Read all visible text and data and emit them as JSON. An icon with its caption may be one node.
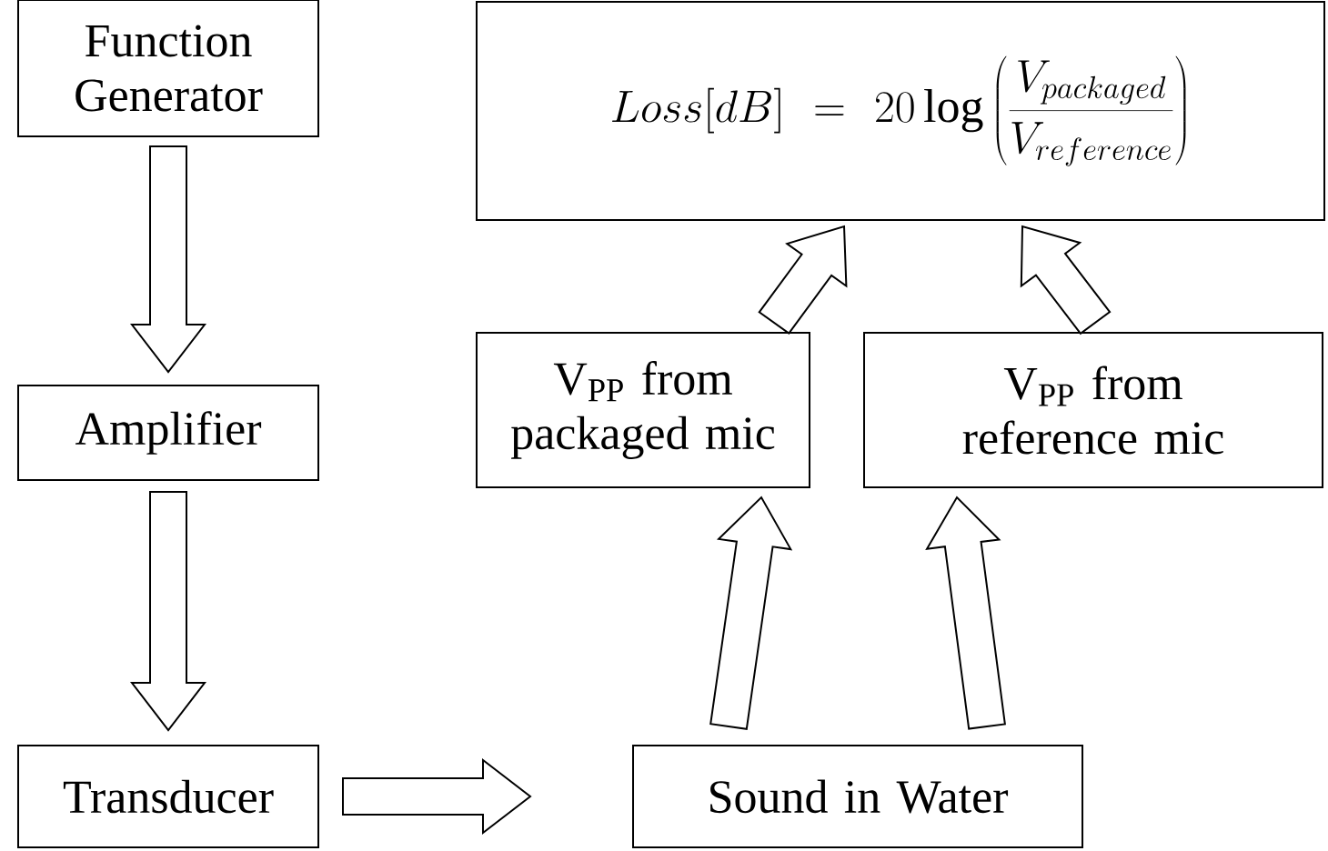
{
  "diagram": {
    "nodes": [
      {
        "text": [
          "Function Generator"
        ]
      },
      {
        "text": [
          "Amplifier"
        ]
      },
      {
        "text": [
          "Transducer"
        ]
      },
      {
        "text": [
          "Loss[dB]=20\\log\\left(\\frac{V_{packaged}}{V_{reference}}\\right)"
        ]
      },
      {
        "text": [
          "V$_{PP}$ from packaged mic"
        ]
      },
      {
        "text": [
          "V$_{PP}$ from reference mic"
        ]
      },
      {
        "text": [
          "Sound in Water"
        ]
      }
    ],
    "edges": [
      {
        "from": 0,
        "to": 1,
        "arrow": "to"
      },
      {
        "from": 1,
        "to": 2,
        "arrow": "to"
      },
      {
        "from": 2,
        "to": 6,
        "arrow": "to"
      },
      {
        "from": 6,
        "to": 4,
        "arrow": "to"
      },
      {
        "from": 6,
        "to": 5,
        "arrow": "to"
      },
      {
        "from": 4,
        "to": 3,
        "arrow": "to"
      },
      {
        "from": 5,
        "to": 3,
        "arrow": "to"
      }
    ]
  }
}
